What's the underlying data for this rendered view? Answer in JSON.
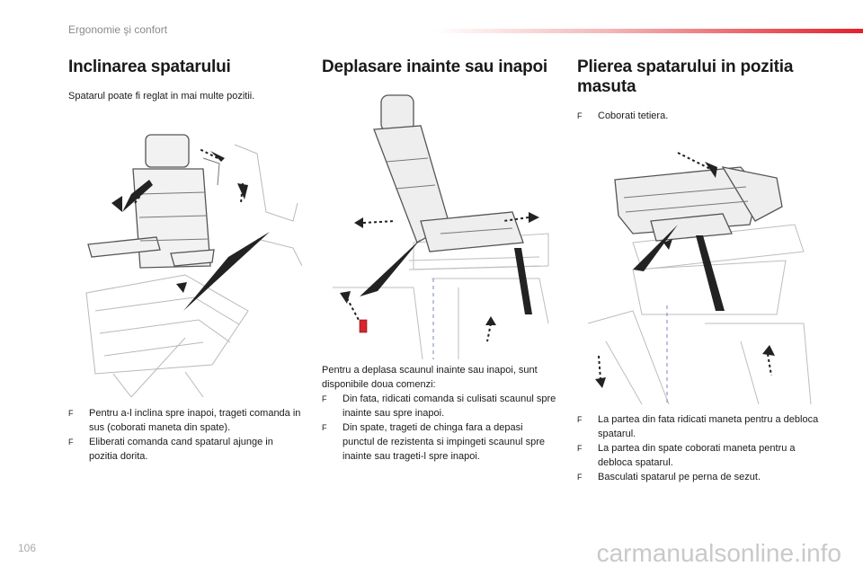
{
  "header": {
    "section": "Ergonomie şi confort"
  },
  "page_number": "106",
  "watermark": "carmanualsonline.info",
  "bullet": "F",
  "columns": [
    {
      "title": "Inclinarea spatarului",
      "intro": "Spatarul poate fi reglat in mai multe pozitii.",
      "steps": [
        "Pentru a-l inclina spre inapoi, trageti comanda in sus (coborati maneta din spate).",
        "Eliberati comanda cand spatarul ajunge in pozitia dorita."
      ]
    },
    {
      "title": "Deplasare inainte sau inapoi",
      "intro": "Pentru a deplasa scaunul inainte sau inapoi, sunt disponibile doua comenzi:",
      "steps": [
        "Din fata, ridicati comanda si culisati scaunul spre inainte sau spre inapoi.",
        "Din spate, trageti de chinga fara a depasi punctul de rezistenta si impingeti scaunul spre inainte sau trageti-l spre inapoi."
      ]
    },
    {
      "title": "Plierea spatarului in pozitia masuta",
      "pre_steps": [
        "Coborati tetiera."
      ],
      "steps": [
        "La partea din fata ridicati maneta pentru a debloca spatarul.",
        "La partea din spate coborati maneta pentru a debloca spatarul.",
        "Basculati spatarul pe perna de sezut."
      ]
    }
  ]
}
